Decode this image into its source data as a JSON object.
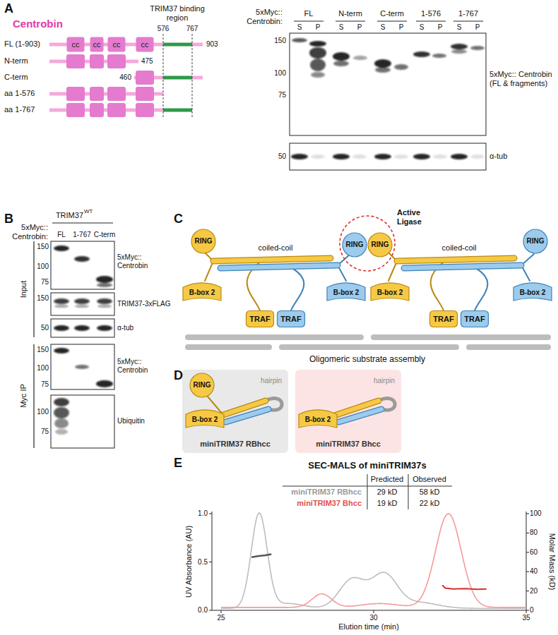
{
  "diagram": {
    "nodes": [
      {
        "text": [
          "cc"
        ]
      },
      {
        "text": [
          "cc"
        ]
      },
      {
        "text": [
          "cc"
        ]
      },
      {
        "text": [
          "cc"
        ]
      },
      {
        "text": [
          "Active Ligase"
        ]
      },
      {
        "text": [
          "RING"
        ]
      },
      {
        "text": [
          "RING"
        ],
        "in": 4
      },
      {
        "text": [
          "RING"
        ],
        "in": 4
      },
      {
        "text": [
          "RING"
        ]
      },
      {
        "text": [
          "B-box 2"
        ]
      },
      {
        "text": [
          "B-box 2"
        ]
      },
      {
        "text": [
          "B-box 2"
        ]
      },
      {
        "text": [
          "B-box 2"
        ]
      },
      {
        "text": [
          "TRAF"
        ]
      },
      {
        "text": [
          "TRAF"
        ]
      },
      {
        "text": [
          "TRAF"
        ]
      },
      {
        "text": [
          "TRAF"
        ]
      },
      {
        "text": [
          "miniTRIM37 RBhcc"
        ]
      },
      {
        "text": [
          "RING"
        ],
        "in": 17
      },
      {
        "text": [
          "B-box 2"
        ],
        "in": 17
      },
      {
        "text": [
          "miniTRIM37 Bhcc"
        ]
      },
      {
        "text": [
          "B-box 2"
        ],
        "in": 20
      }
    ],
    "labels": [
      "A",
      "Centrobin",
      "FL (1-903)",
      "N-term",
      "C-term",
      "aa 1-576",
      "aa 1-767",
      "TRIM37 binding region",
      "576",
      "767",
      "903",
      "475",
      "460",
      "5xMyc:: Centrobin:",
      "FL",
      "N-term",
      "C-term",
      "1-576",
      "1-767",
      "S",
      "P",
      "S",
      "P",
      "S",
      "P",
      "S",
      "P",
      "S",
      "P",
      "150",
      "100",
      "75",
      "5xMyc:: Centrobin (FL & fragments)",
      "50",
      "α-tub",
      "B",
      "TRIM37",
      "WT",
      "5xMyc:: Centrobin:",
      "FL",
      "1-767",
      "C-term",
      "Input",
      "150",
      "100",
      "75",
      "5xMyc:: Centrobin",
      "150",
      "TRIM37-3xFLAG",
      "50",
      "α-tub",
      "Myc IP",
      "150",
      "100",
      "75",
      "5xMyc:: Centrobin",
      "100",
      "75",
      "Ubiquitin",
      "C",
      "coiled-coil",
      "coiled-coil",
      "Oligomeric substrate assembly",
      "D",
      "hairpin",
      "hairpin",
      "E",
      "SEC-MALS of miniTRIM37s",
      "Predicted",
      "Observed",
      "miniTRIM37 RBhcc",
      "29 kD",
      "58 kD",
      "miniTRIM37 Bhcc",
      "19 kD",
      "22 kD",
      "UV Absorbance (AU)",
      "Molar Mass (kD)",
      "Elution time (min)",
      "1.0",
      "0.5",
      "0.0",
      "25",
      "30",
      "35",
      "100",
      "80",
      "60",
      "40",
      "20",
      "0"
    ]
  }
}
